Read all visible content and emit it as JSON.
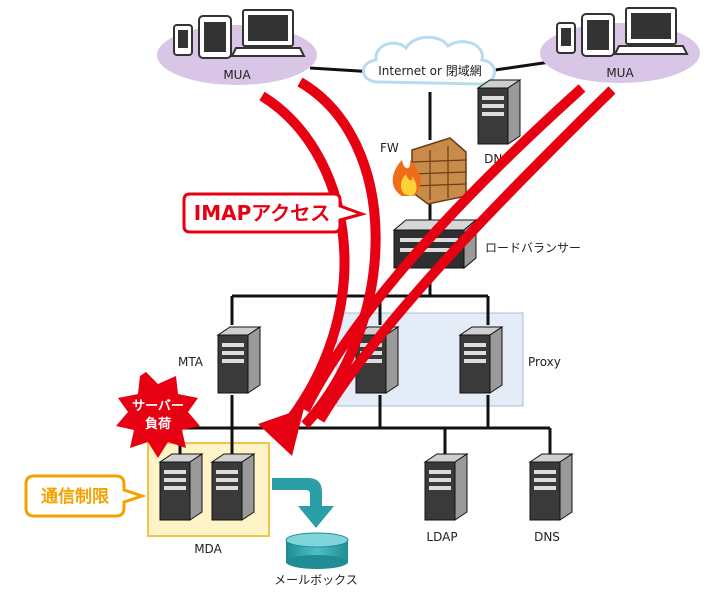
{
  "nodes": {
    "mua_left": "MUA",
    "mua_right": "MUA",
    "internet": "Internet or 閉域網",
    "fw": "FW",
    "dns_top": "DNS",
    "load_balancer": "ロードバランサー",
    "mta": "MTA",
    "proxy": "Proxy",
    "mda": "MDA",
    "ldap": "LDAP",
    "dns_bottom": "DNS",
    "mailbox": "メールボックス"
  },
  "callouts": {
    "imap_access": "IMAPアクセス",
    "server_load_line1": "サーバー",
    "server_load_line2": "負荷",
    "rate_limit": "通信制限"
  },
  "colors": {
    "accent_red": "#e60012",
    "mua_cloud": "#d9c6e6",
    "proxy_box": "#e3ecf7",
    "mda_box": "#fff4c7",
    "rate_limit_orange": "#f5a200",
    "mailbox_teal": "#2aa0a6"
  }
}
